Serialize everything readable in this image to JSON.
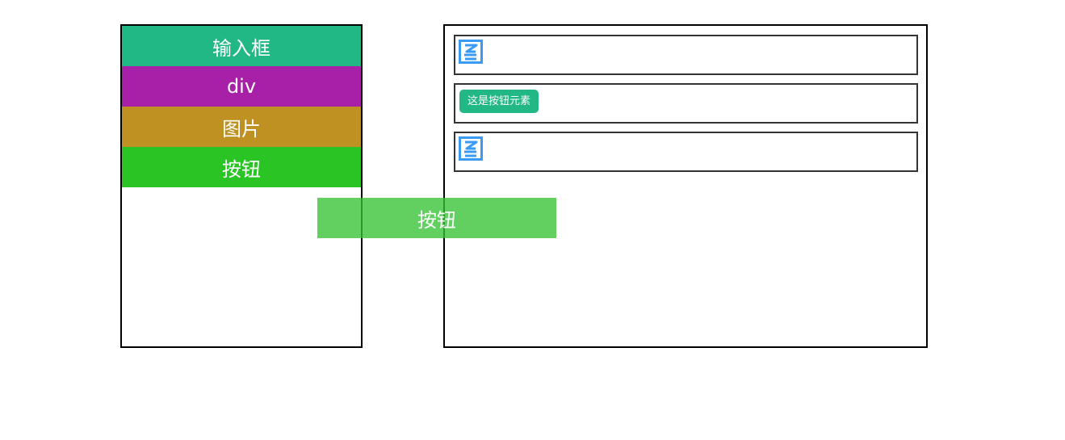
{
  "palette": {
    "items": [
      {
        "label": "输入框",
        "color": "#22b886"
      },
      {
        "label": "div",
        "color": "#a720a7"
      },
      {
        "label": "图片",
        "color": "#bf9022"
      },
      {
        "label": "按钮",
        "color": "#2bc425"
      }
    ]
  },
  "canvas": {
    "blocks": [
      {
        "type": "image",
        "icon": "broken-image-icon"
      },
      {
        "type": "button",
        "label": "这是按钮元素",
        "color": "#22b886"
      },
      {
        "type": "image",
        "icon": "broken-image-icon"
      }
    ]
  },
  "drag_ghost": {
    "label": "按钮",
    "color": "#34c334"
  },
  "colors": {
    "image_icon": "#3b9bf2",
    "border": "#000000",
    "block_border": "#333333"
  }
}
